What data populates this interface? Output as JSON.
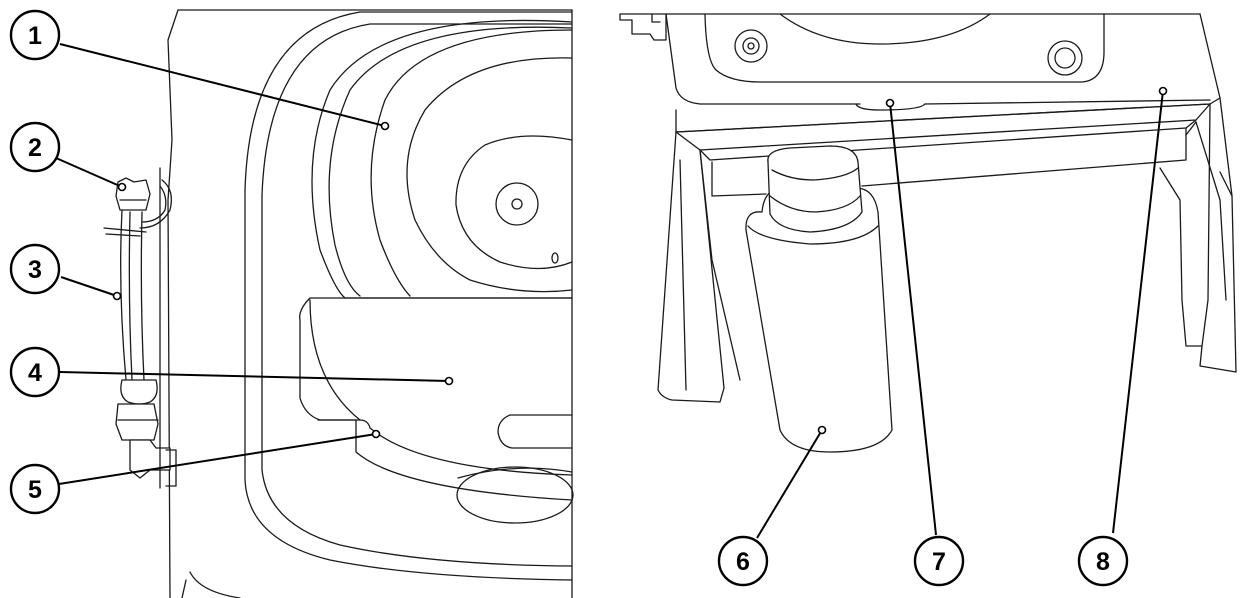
{
  "callouts": [
    {
      "id": "1",
      "label": "1"
    },
    {
      "id": "2",
      "label": "2"
    },
    {
      "id": "3",
      "label": "3"
    },
    {
      "id": "4",
      "label": "4"
    },
    {
      "id": "5",
      "label": "5"
    },
    {
      "id": "6",
      "label": "6"
    },
    {
      "id": "7",
      "label": "7"
    },
    {
      "id": "8",
      "label": "8"
    }
  ],
  "colors": {
    "line": "#1a1a1a",
    "callout_stroke": "#000000",
    "background": "#ffffff"
  }
}
